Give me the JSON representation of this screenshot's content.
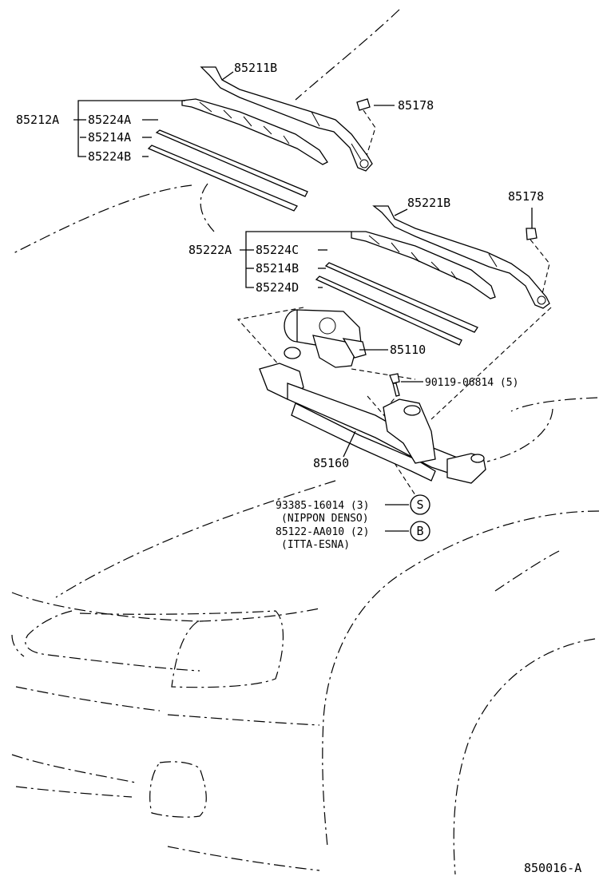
{
  "labels": {
    "p85211B": "85211B",
    "p85178a": "85178",
    "p85212A": "85212A",
    "p85224A": "85224A",
    "p85214A": "85214A",
    "p85224B": "85224B",
    "p85221B": "85221B",
    "p85178b": "85178",
    "p85222A": "85222A",
    "p85224C": "85224C",
    "p85214B": "85214B",
    "p85224D": "85224D",
    "p85110": "85110",
    "p90119": "90119-06814 (5)",
    "p85160": "85160",
    "p93385": "93385-16014 (3)",
    "nippon": "(NIPPON DENSO)",
    "p85122": "85122-AA010 (2)",
    "itta": "(ITTA-ESNA)",
    "markS": "S",
    "markB": "B",
    "figure_id": "850016-A"
  }
}
